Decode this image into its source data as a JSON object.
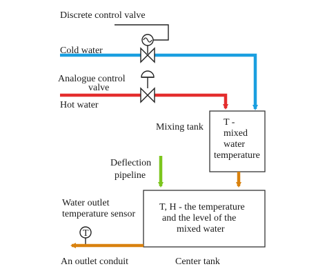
{
  "colors": {
    "cold_water": "#1a9fe0",
    "hot_water": "#e42d2d",
    "outflow": "#d9820f",
    "deflection": "#7cc61e",
    "outline": "#222222"
  },
  "labels": {
    "discrete_valve": "Discrete control valve",
    "cold_water": "Cold water",
    "analogue_valve_line1": "Analogue control",
    "analogue_valve_line2": "valve",
    "hot_water": "Hot water",
    "mixing_tank": "Mixing tank",
    "mixing_box_line1": "T -",
    "mixing_box_line2": "mixed",
    "mixing_box_line3": "water",
    "mixing_box_line4": "temperature",
    "deflection_line1": "Deflection",
    "deflection_line2": "pipeline",
    "sensor_line1": "Water outlet",
    "sensor_line2": "temperature sensor",
    "sensor_symbol": "T",
    "center_box_line1": "T, H - the temperature",
    "center_box_line2": "and the level of the",
    "center_box_line3": "mixed water",
    "outlet_conduit": "An outlet conduit",
    "center_tank": "Center tank"
  },
  "icons": {
    "discrete_valve": "solenoid-valve-icon",
    "analogue_valve": "diaphragm-valve-icon",
    "sensor": "temperature-sensor-icon"
  }
}
